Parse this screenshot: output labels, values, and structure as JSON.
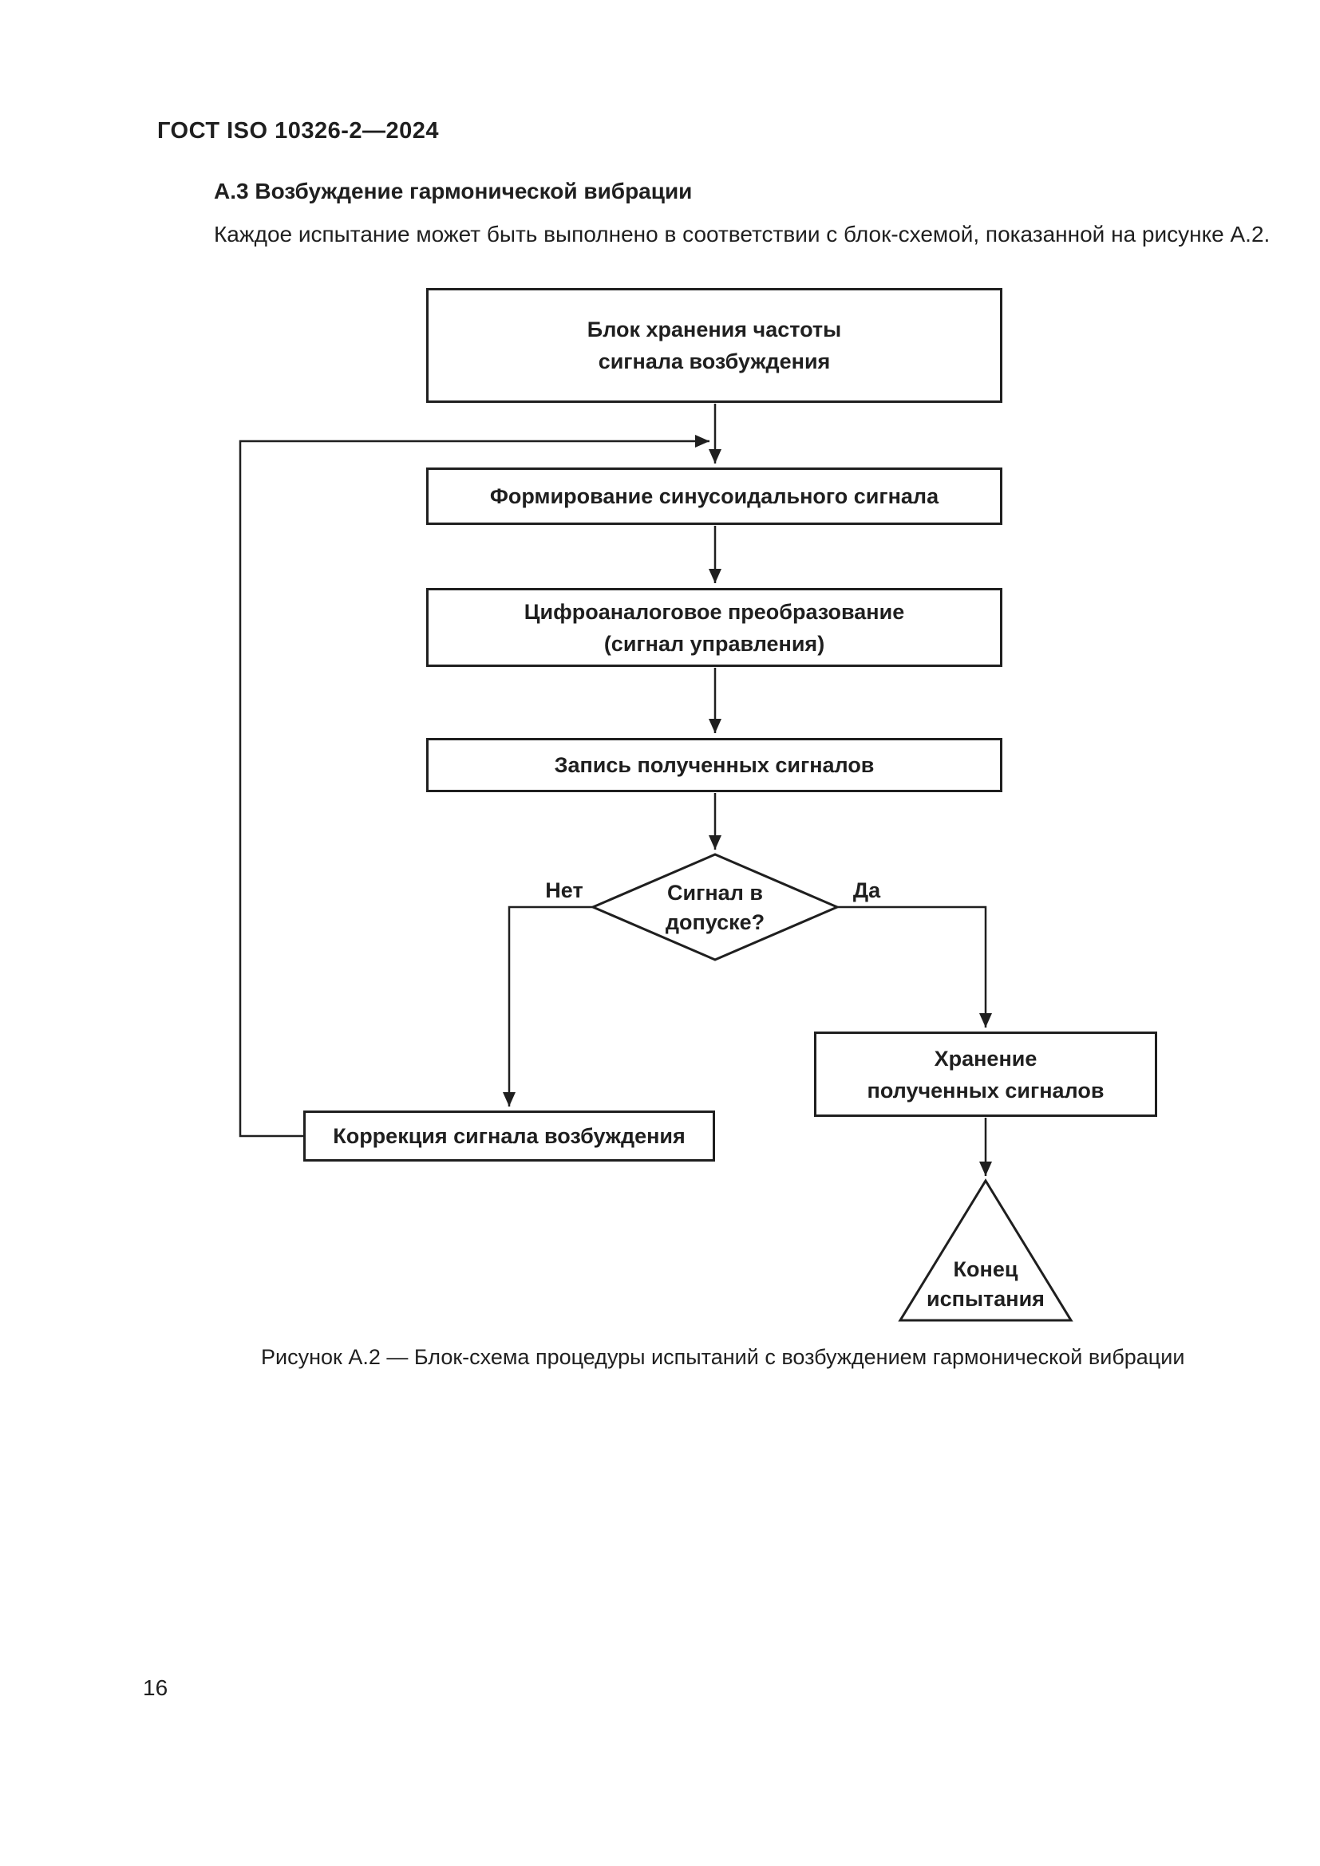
{
  "document": {
    "header_title": "ГОСТ ISO 10326-2—2024",
    "section_heading": "А.3 Возбуждение гармонической вибрации",
    "intro_paragraph": "Каждое испытание может быть выполнено в соответствии с блок-схемой, показанной на рисунке А.2.",
    "figure_caption": "Рисунок А.2 — Блок-схема процедуры испытаний с возбуждением гармонической вибрации",
    "page_number": "16"
  },
  "flowchart": {
    "store_frequency": {
      "line1": "Блок хранения частоты",
      "line2": "сигнала возбуждения"
    },
    "generate_sine": {
      "label": "Формирование синусоидального сигнала"
    },
    "dac": {
      "line1": "Цифроаналоговое преобразование",
      "line2": "(сигнал управления)"
    },
    "record_signals": {
      "label": "Запись полученных сигналов"
    },
    "decision": {
      "line1": "Сигнал в",
      "line2": "допуске?",
      "no_label": "Нет",
      "yes_label": "Да"
    },
    "store_received": {
      "line1": "Хранение",
      "line2": "полученных сигналов"
    },
    "correct_signal": {
      "label": "Коррекция сигнала возбуждения"
    },
    "end_terminator": {
      "line1": "Конец",
      "line2": "испытания"
    }
  },
  "colors": {
    "ink": "#1f1f1f",
    "paper": "#ffffff"
  }
}
